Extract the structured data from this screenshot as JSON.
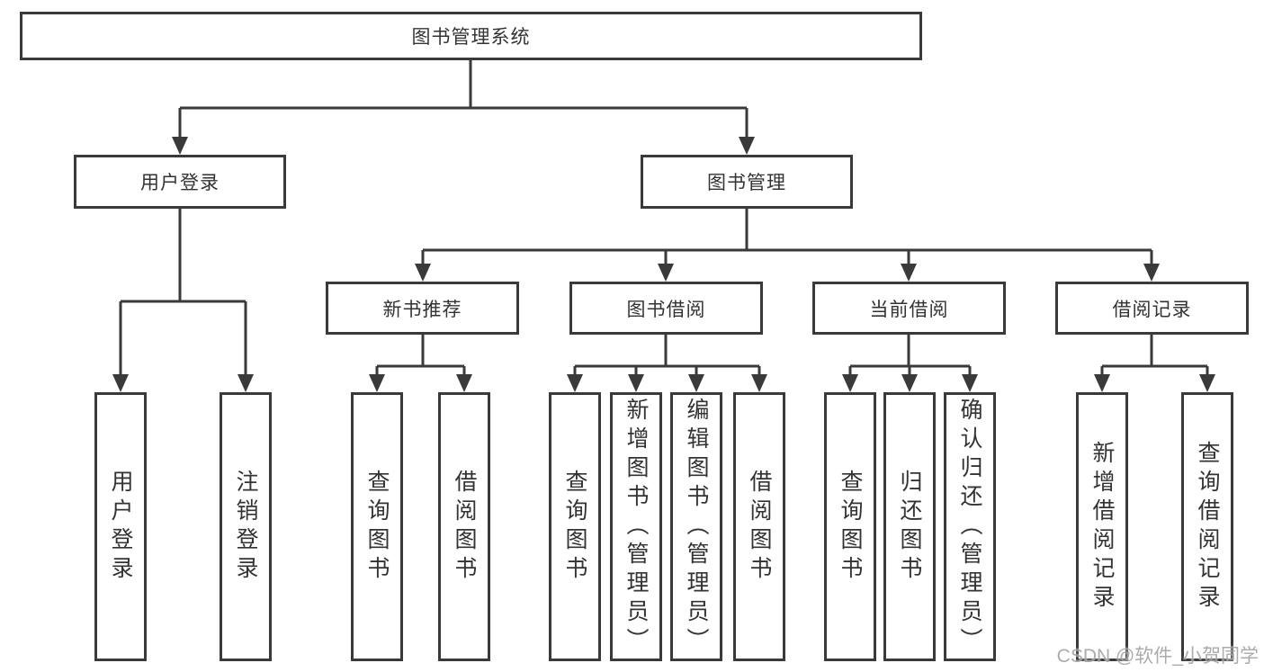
{
  "diagram": {
    "type": "hierarchy-tree",
    "root": {
      "label": "图书管理系统"
    },
    "branches": [
      {
        "label": "用户登录",
        "children": [
          {
            "label": "用户登录"
          },
          {
            "label": "注销登录"
          }
        ]
      },
      {
        "label": "图书管理",
        "children": [
          {
            "label": "新书推荐",
            "children": [
              {
                "label": "查询图书"
              },
              {
                "label": "借阅图书"
              }
            ]
          },
          {
            "label": "图书借阅",
            "children": [
              {
                "label": "查询图书"
              },
              {
                "label": "新增图书（管理员）"
              },
              {
                "label": "编辑图书（管理员）"
              },
              {
                "label": "借阅图书"
              }
            ]
          },
          {
            "label": "当前借阅",
            "children": [
              {
                "label": "查询图书"
              },
              {
                "label": "归还图书"
              },
              {
                "label": "确认归还（管理员）"
              }
            ]
          },
          {
            "label": "借阅记录",
            "children": [
              {
                "label": "新增借阅记录"
              },
              {
                "label": "查询借阅记录"
              }
            ]
          }
        ]
      }
    ],
    "watermark": "CSDN @软件_小贺同学",
    "colors": {
      "line": "#3a3a3a",
      "box_background": "#ffffff",
      "text": "#333333",
      "watermark": "#969696"
    }
  }
}
